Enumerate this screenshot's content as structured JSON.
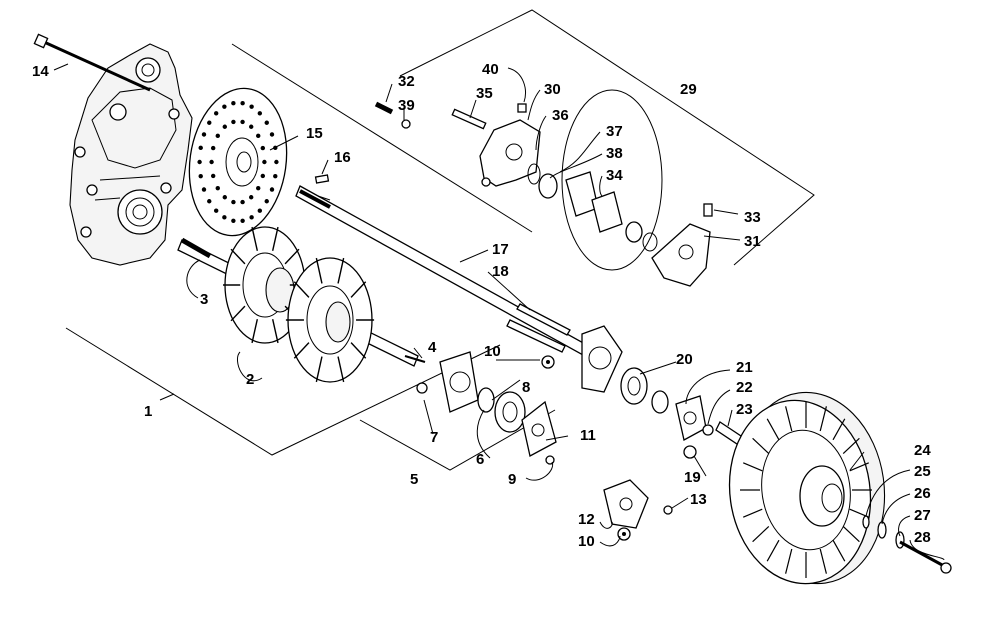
{
  "diagram": {
    "callouts": {
      "c1": "1",
      "c2": "2",
      "c3": "3",
      "c4": "4",
      "c5": "5",
      "c6": "6",
      "c7": "7",
      "c8": "8",
      "c9": "9",
      "c10a": "10",
      "c10b": "10",
      "c11": "11",
      "c12": "12",
      "c13": "13",
      "c14": "14",
      "c15": "15",
      "c16": "16",
      "c17": "17",
      "c18": "18",
      "c19": "19",
      "c20": "20",
      "c21": "21",
      "c22": "22",
      "c23": "23",
      "c24": "24",
      "c25": "25",
      "c26": "26",
      "c27": "27",
      "c28": "28",
      "c29": "29",
      "c30": "30",
      "c31": "31",
      "c32": "32",
      "c33": "33",
      "c34": "34",
      "c35": "35",
      "c36": "36",
      "c37": "37",
      "c38": "38",
      "c39": "39",
      "c40": "40"
    },
    "colors": {
      "line": "#000000",
      "background": "#ffffff"
    }
  }
}
